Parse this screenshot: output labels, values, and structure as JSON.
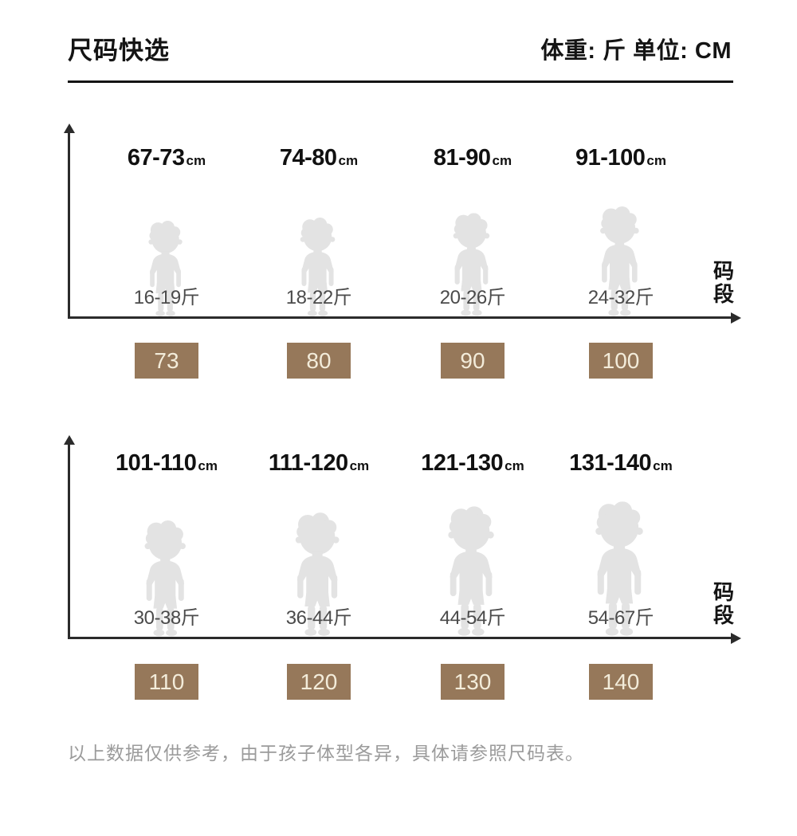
{
  "header": {
    "title": "尺码快选",
    "unit_note": "体重: 斤 单位: CM"
  },
  "axis_label": "码段",
  "units": {
    "height": "cm"
  },
  "charts": [
    {
      "columns": [
        {
          "height": "67-73",
          "weight": "16-19斤",
          "size": "73"
        },
        {
          "height": "74-80",
          "weight": "18-22斤",
          "size": "80"
        },
        {
          "height": "81-90",
          "weight": "20-26斤",
          "size": "90"
        },
        {
          "height": "91-100",
          "weight": "24-32斤",
          "size": "100"
        }
      ]
    },
    {
      "columns": [
        {
          "height": "101-110",
          "weight": "30-38斤",
          "size": "110"
        },
        {
          "height": "111-120",
          "weight": "36-44斤",
          "size": "120"
        },
        {
          "height": "121-130",
          "weight": "44-54斤",
          "size": "130"
        },
        {
          "height": "131-140",
          "weight": "54-67斤",
          "size": "140"
        }
      ]
    }
  ],
  "footer": {
    "note": "以上数据仅供参考，由于孩子体型各异，具体请参照尺码表。"
  },
  "colors": {
    "size_box": "#96785a",
    "size_box_text": "#f3ecda",
    "silhouette": "#e3e3e3",
    "axis": "#2b2b2b"
  },
  "chart_data": {
    "type": "table",
    "title": "尺码快选",
    "unit_note": "体重: 斤 单位: CM",
    "x_axis_label": "码段",
    "rows": [
      {
        "size": "73",
        "height_cm": "67-73",
        "weight_jin": "16-19"
      },
      {
        "size": "80",
        "height_cm": "74-80",
        "weight_jin": "18-22"
      },
      {
        "size": "90",
        "height_cm": "81-90",
        "weight_jin": "20-26"
      },
      {
        "size": "100",
        "height_cm": "91-100",
        "weight_jin": "24-32"
      },
      {
        "size": "110",
        "height_cm": "101-110",
        "weight_jin": "30-38"
      },
      {
        "size": "120",
        "height_cm": "111-120",
        "weight_jin": "36-44"
      },
      {
        "size": "130",
        "height_cm": "121-130",
        "weight_jin": "44-54"
      },
      {
        "size": "140",
        "height_cm": "131-140",
        "weight_jin": "54-67"
      }
    ],
    "note": "以上数据仅供参考，由于孩子体型各异，具体请参照尺码表。"
  }
}
